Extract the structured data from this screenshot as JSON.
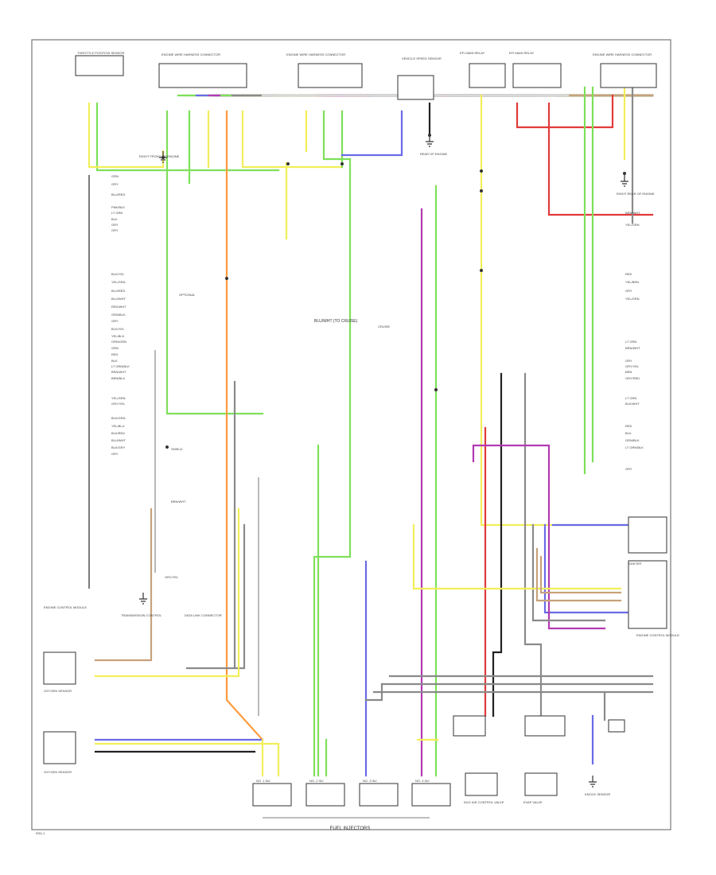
{
  "colors": {
    "yellow": "#f2ee5a",
    "green": "#7ee05a",
    "dark_green": "#3fa83f",
    "orange": "#ff9a3c",
    "red": "#e23a3a",
    "blue": "#6a6ae8",
    "purple": "#b23ab2",
    "gray": "#8a8a8a",
    "black": "#222222",
    "tan": "#c8a27a",
    "white_wire": "#d8d8d8"
  },
  "components": {
    "top_left_switch": {
      "label": "THROTTLE POSITION SENSOR"
    },
    "engine_relay_1": {
      "label": "ENGINE WIRE HARNESS CONNECTOR"
    },
    "engine_relay_2": {
      "label": "ENGINE WIRE HARNESS CONNECTOR"
    },
    "vehicle_speed": {
      "label": "VEHICLE SPEED SENSOR"
    },
    "top_right_relay_a": {
      "label": "EFI MAIN RELAY"
    },
    "top_right_relay_b": {
      "label": "EFI MAIN RELAY"
    },
    "top_right_connector": {
      "label": "ENGINE WIRE HARNESS CONNECTOR"
    },
    "ground_1": {
      "label": "RIGHT FRONT OF ENGINE"
    },
    "ground_2": {
      "label": "REAR OF ENGINE"
    },
    "ground_3": {
      "label": "RIGHT REAR OF ENGINE"
    },
    "ecm": {
      "label": "ENGINE CONTROL MODULE"
    },
    "transmission_ctrl": {
      "label": "TRANSMISSION CONTROL"
    },
    "data_link": {
      "label": "DATA LINK CONNECTOR"
    },
    "o2_sensor_1": {
      "label": "OXYGEN SENSOR"
    },
    "o2_sensor_2": {
      "label": "OXYGEN SENSOR"
    },
    "right_module": {
      "label": "IGNITER"
    },
    "right_module_2": {
      "label": "ENGINE CONTROL MODULE"
    },
    "injector_1": {
      "label": "NO. 1 INJ"
    },
    "injector_2": {
      "label": "NO. 2 INJ"
    },
    "injector_3": {
      "label": "NO. 3 INJ"
    },
    "injector_4": {
      "label": "NO. 4 INJ"
    },
    "idle_valve": {
      "label": "IDLE AIR CONTROL VALVE"
    },
    "canister_valve": {
      "label": "EVAP VALVE"
    },
    "knock_sensor": {
      "label": "KNOCK SENSOR"
    }
  },
  "wire_labels": {
    "w1": "GRN",
    "w2": "GRY",
    "w3": "BLU/RED",
    "w4": "PNK/BLK",
    "w5": "LT GRN",
    "w6": "BLK",
    "w7": "GRY",
    "w8": "GRY",
    "w9": "BLK/YEL",
    "w10": "YEL/GRN",
    "w11": "BLU/RED",
    "w12": "BLU/WHT",
    "w13": "RED/WHT",
    "w14": "GRN/BLK",
    "w15": "GRY",
    "w16": "BLK/YEL",
    "w17": "YEL/BLK",
    "w18": "ORN/GRN",
    "w19": "GRN",
    "w20": "RED",
    "w21": "BLK",
    "w22": "LT GRN/BLK",
    "w23": "BRN/WHT",
    "w24": "BRN/BLK",
    "w25": "YEL/GRN",
    "w26": "GRY/YEL",
    "w27": "BLK/GRN",
    "w28": "YEL/BLU",
    "w29": "BLK/RED",
    "w30": "BLU/WHT",
    "w31": "BLK/GRY",
    "w32": "GRY"
  },
  "right_labels": {
    "r1": "BRN/WHT",
    "r2": "YEL/GRN",
    "r3": "RED",
    "r4": "YEL/BRN",
    "r5": "GRY",
    "r6": "YEL/GRN",
    "r7": "LT GRN",
    "r8": "BRN/WHT",
    "r9": "GRY",
    "r10": "GRY/YEL",
    "r11": "BRN",
    "r12": "GRY/RED",
    "r13": "LT GRN",
    "r14": "BLK/WHT",
    "r15": "RED",
    "r16": "BLK",
    "r17": "GRN/BLK",
    "r18": "LT GRN/BLK",
    "r19": "GRY"
  },
  "inline_labels": {
    "a": "BLU/WHT (TO CRUISE)",
    "b": "CRUISE",
    "c": "SHIELD",
    "d": "OPTIONAL",
    "e": "BRN/WHT",
    "f": "GRY/YEL"
  },
  "bottom": {
    "fuel_injectors": "FUEL INJECTORS",
    "page_ref": "RS0-1"
  }
}
